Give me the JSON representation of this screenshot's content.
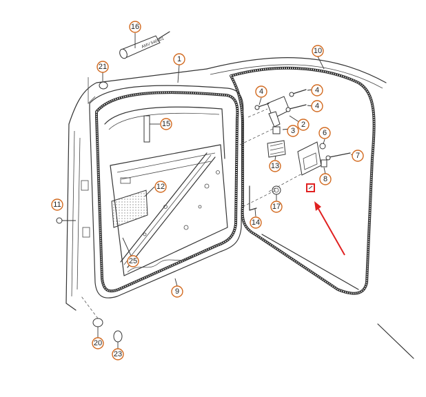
{
  "callouts": [
    {
      "id": "c1",
      "label": "1"
    },
    {
      "id": "c2",
      "label": "2"
    },
    {
      "id": "c3",
      "label": "3"
    },
    {
      "id": "c4a",
      "label": "4"
    },
    {
      "id": "c4b",
      "label": "4"
    },
    {
      "id": "c4c",
      "label": "4"
    },
    {
      "id": "c6",
      "label": "6"
    },
    {
      "id": "c7",
      "label": "7"
    },
    {
      "id": "c8",
      "label": "8"
    },
    {
      "id": "c9",
      "label": "9"
    },
    {
      "id": "c10",
      "label": "10"
    },
    {
      "id": "c11",
      "label": "11"
    },
    {
      "id": "c12",
      "label": "12"
    },
    {
      "id": "c13",
      "label": "13"
    },
    {
      "id": "c14",
      "label": "14"
    },
    {
      "id": "c15",
      "label": "15"
    },
    {
      "id": "c16",
      "label": "16"
    },
    {
      "id": "c17",
      "label": "17"
    },
    {
      "id": "c20",
      "label": "20"
    },
    {
      "id": "c21",
      "label": "21"
    },
    {
      "id": "c23",
      "label": "23"
    },
    {
      "id": "c25",
      "label": "25"
    }
  ],
  "tool_text": "AMV 540501",
  "colors": {
    "callout_ring": "#d2691e",
    "highlight": "#e02020",
    "arrow": "#e02020",
    "line": "#333333"
  }
}
